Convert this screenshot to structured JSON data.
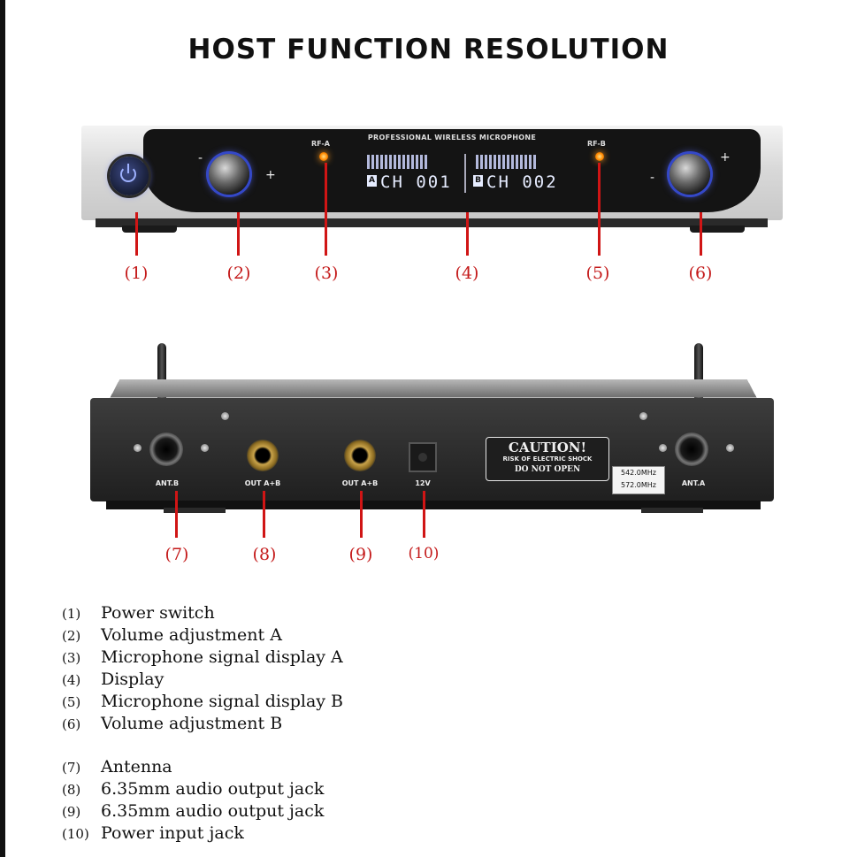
{
  "title": "HOST FUNCTION RESOLUTION",
  "front_panel": {
    "brand": "PROFESSIONAL WIRELESS MICROPHONE",
    "rf_a": "RF-A",
    "rf_b": "RF-B",
    "channel_a_tag": "A",
    "channel_a": "CH 001",
    "channel_b_tag": "B",
    "channel_b": "CH 002",
    "knob_minus": "-",
    "knob_plus": "+"
  },
  "rear_panel": {
    "ant_b": "ANT.B",
    "out_1": "OUT A+B",
    "out_2": "OUT A+B",
    "power": "12V",
    "ant_a": "ANT.A",
    "caution_title": "CAUTION!",
    "caution_sub": "RISK OF ELECTRIC SHOCK",
    "caution_note": "DO NOT OPEN",
    "freq_1": "542.0MHz",
    "freq_2": "572.0MHz"
  },
  "callouts": [
    "(1)",
    "(2)",
    "(3)",
    "(4)",
    "(5)",
    "(6)",
    "(7)",
    "(8)",
    "(9)",
    "(10)"
  ],
  "legend": [
    {
      "num": "(1)",
      "label": "Power switch"
    },
    {
      "num": "(2)",
      "label": "Volume adjustment A"
    },
    {
      "num": "(3)",
      "label": "Microphone signal display A"
    },
    {
      "num": "(4)",
      "label": "Display"
    },
    {
      "num": "(5)",
      "label": "Microphone signal display B"
    },
    {
      "num": "(6)",
      "label": "Volume adjustment B"
    },
    {
      "num": "(7)",
      "label": "Antenna"
    },
    {
      "num": "(8)",
      "label": "6.35mm audio output jack"
    },
    {
      "num": "(9)",
      "label": "6.35mm audio output jack"
    },
    {
      "num": "(10)",
      "label": "Power input jack"
    }
  ],
  "colors": {
    "callout": "#c41a1a",
    "knob_glow": "#3448c8",
    "led": "#ff8a00"
  }
}
